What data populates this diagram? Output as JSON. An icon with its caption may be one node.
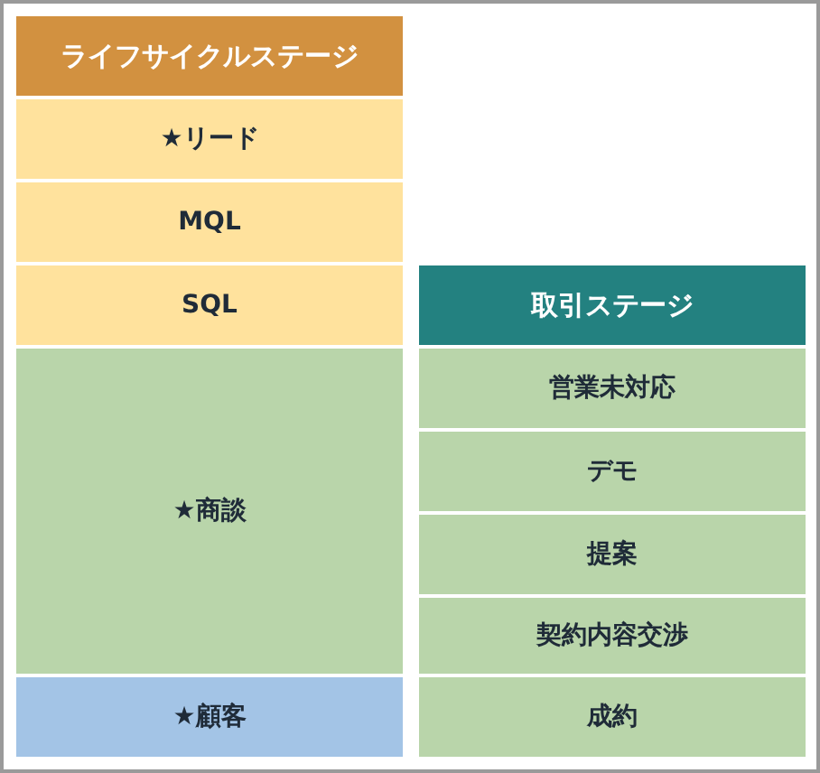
{
  "diagram": {
    "nodes": [
      {
        "text": [
          "ライフサイクルステージ"
        ]
      },
      {
        "text": [
          "★リード"
        ]
      },
      {
        "text": [
          "MQL"
        ]
      },
      {
        "text": [
          "SQL"
        ]
      },
      {
        "text": [
          "★商談"
        ]
      },
      {
        "text": [
          "★顧客"
        ]
      },
      {
        "text": [
          "取引ステージ"
        ]
      },
      {
        "text": [
          "営業未対応"
        ]
      },
      {
        "text": [
          "デモ"
        ]
      },
      {
        "text": [
          "提案"
        ]
      },
      {
        "text": [
          "契約内容交渉"
        ]
      },
      {
        "text": [
          "成約"
        ]
      }
    ]
  }
}
